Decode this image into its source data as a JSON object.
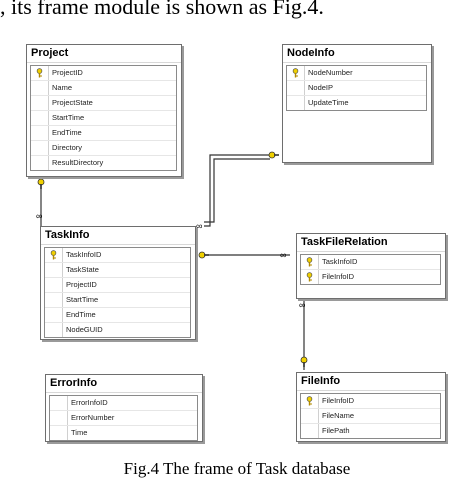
{
  "header_text": ", its frame module is shown as Fig.4.",
  "caption": "Fig.4 The frame of Task database",
  "tables": {
    "project": {
      "name": "Project",
      "fields": [
        "ProjectID",
        "Name",
        "ProjectState",
        "StartTime",
        "EndTime",
        "Directory",
        "ResultDirectory"
      ],
      "keys": [
        0
      ]
    },
    "nodeinfo": {
      "name": "NodeInfo",
      "fields": [
        "NodeNumber",
        "NodeIP",
        "UpdateTime"
      ],
      "keys": [
        0
      ]
    },
    "taskinfo": {
      "name": "TaskInfo",
      "fields": [
        "TaskInfoID",
        "TaskState",
        "ProjectID",
        "StartTime",
        "EndTime",
        "NodeGUID"
      ],
      "keys": [
        0
      ]
    },
    "taskfilerelation": {
      "name": "TaskFileRelation",
      "fields": [
        "TaskInfoID",
        "FileInfoID"
      ],
      "keys": [
        0,
        1
      ]
    },
    "errorinfo": {
      "name": "ErrorInfo",
      "fields": [
        "ErrorInfoID",
        "ErrorNumber",
        "Time"
      ],
      "keys": []
    },
    "fileinfo": {
      "name": "FileInfo",
      "fields": [
        "FileInfoID",
        "FileName",
        "FilePath"
      ],
      "keys": [
        0
      ]
    }
  }
}
